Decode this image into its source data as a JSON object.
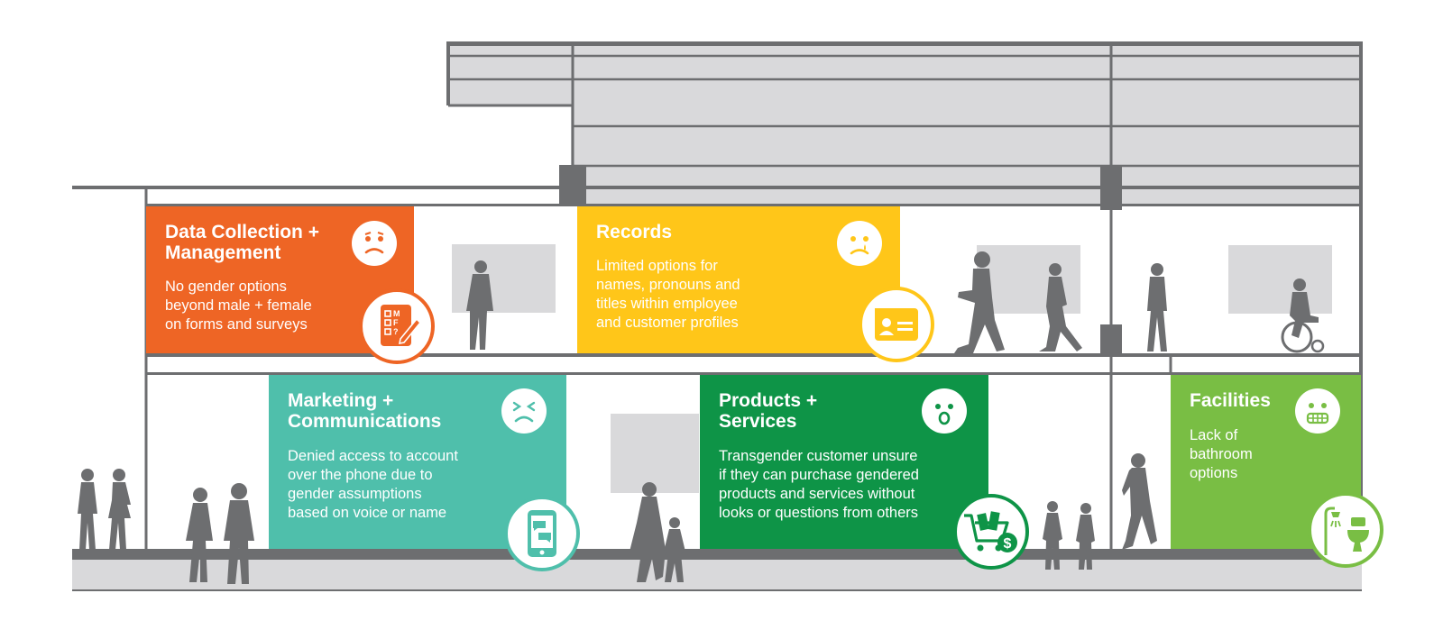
{
  "colors": {
    "orange": "#EE6525",
    "yellow": "#FFC619",
    "teal": "#4FBFAB",
    "dark_green": "#0E9447",
    "light_green": "#79BE44",
    "building_gray": "#D9D9DB",
    "structure_gray": "#6D6E70",
    "people_gray": "#6D6E70"
  },
  "panels": {
    "data_collection": {
      "title": "Data Collection +\nManagement",
      "description": "No gender options\nbeyond male + female\non forms and surveys",
      "face_icon": "sad-face-icon",
      "badge_icon": "form-icon",
      "badge_letters": [
        "M",
        "F",
        "?"
      ]
    },
    "records": {
      "title": "Records",
      "description": "Limited options for\nnames, pronouns and\ntitles within employee\nand customer profiles",
      "face_icon": "crying-face-icon",
      "badge_icon": "id-card-icon"
    },
    "marketing": {
      "title": "Marketing +\nCommunications",
      "description": "Denied access to account\nover the phone due to\ngender assumptions\nbased on voice or name",
      "face_icon": "frustrated-face-icon",
      "badge_icon": "phone-chat-icon"
    },
    "products": {
      "title": "Products +\nServices",
      "description": "Transgender customer unsure\nif they can purchase gendered\nproducts and services without\nlooks or questions from others",
      "face_icon": "surprised-face-icon",
      "badge_icon": "shopping-cart-icon",
      "badge_symbol": "$"
    },
    "facilities": {
      "title": "Facilities",
      "description": "Lack of\nbathroom\noptions",
      "face_icon": "grimace-face-icon",
      "badge_icon": "shower-toilet-icon"
    }
  }
}
